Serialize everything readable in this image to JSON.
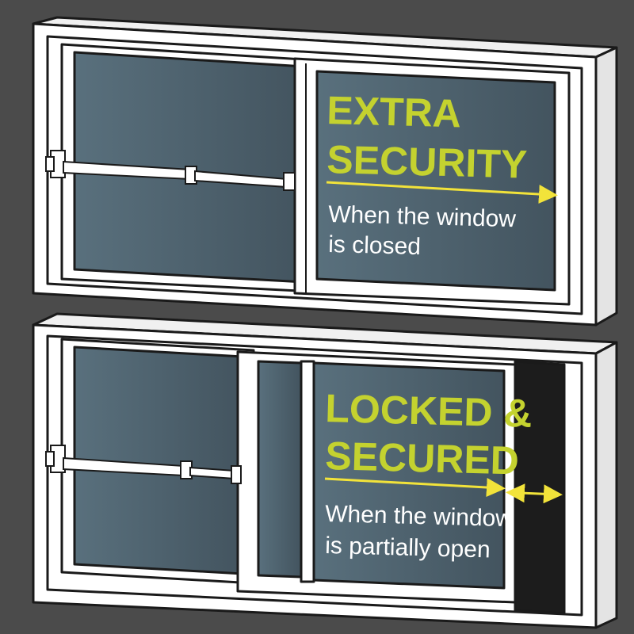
{
  "colors": {
    "background": "#4b4b4b",
    "frame": "#ffffff",
    "outline": "#1a1a1a",
    "glass": "#4a5e6b",
    "accent": "#c4d22f",
    "text": "#ffffff"
  },
  "panel_closed": {
    "headline_line1": "EXTRA",
    "headline_line2": "SECURITY",
    "caption_line1": "When the window",
    "caption_line2": "is closed"
  },
  "panel_open": {
    "headline_line1": "LOCKED &",
    "headline_line2": "SECURED",
    "caption_line1": "When the window",
    "caption_line2": "is partially open"
  }
}
